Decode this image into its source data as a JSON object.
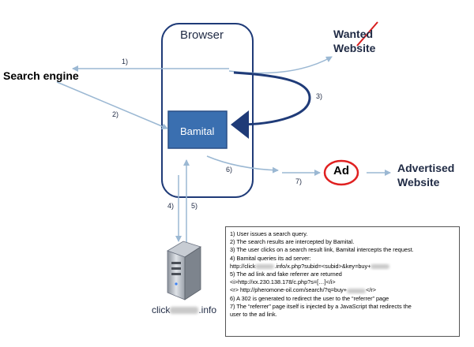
{
  "diagram": {
    "browser_label": "Browser",
    "search_engine_label": "Search engine",
    "bamital_label": "Bamital",
    "wanted_website_line1": "Wanted",
    "wanted_website_line2": "Website",
    "ad_label": "Ad",
    "advertised_line1": "Advertised",
    "advertised_line2": "Website",
    "server_label_prefix": "click",
    "server_label_suffix": ".info",
    "steps": {
      "s1": "1)",
      "s2": "2)",
      "s3": "3)",
      "s4": "4)",
      "s5": "5)",
      "s6": "6)",
      "s7": "7)"
    },
    "colors": {
      "arrow": "#9bb8d3",
      "arrow_dark": "#1f3b78",
      "bamital_fill": "#3a6fb0",
      "ad_circle": "#e02020",
      "strike": "#d81e1e"
    }
  },
  "legend": {
    "l1": "1) User issues a search query.",
    "l2": "2) The search results are intercepted by Bamital.",
    "l3": "3) The user clicks on a search result link, Bamital intercepts the request.",
    "l4": "4) Bamital queries its ad server:",
    "l5a": "http://click",
    "l5b": ".info/x.php?subid=<subid>&key=buy+",
    "l6": "5) The ad link and fake referrer are returned",
    "l7": "<i>http://xx.230.138.178/c.php?s=[…]</i>",
    "l8a": "<r> http://pheromone-oil.com/search/?q=buy+",
    "l8b": "</r>",
    "l9": "6) A 302 is generated to redirect the user to the “referrer” page",
    "l10": "7) The “referrer” page itself is injected by a JavaScript that redirects the",
    "l11": "user to the ad link."
  }
}
